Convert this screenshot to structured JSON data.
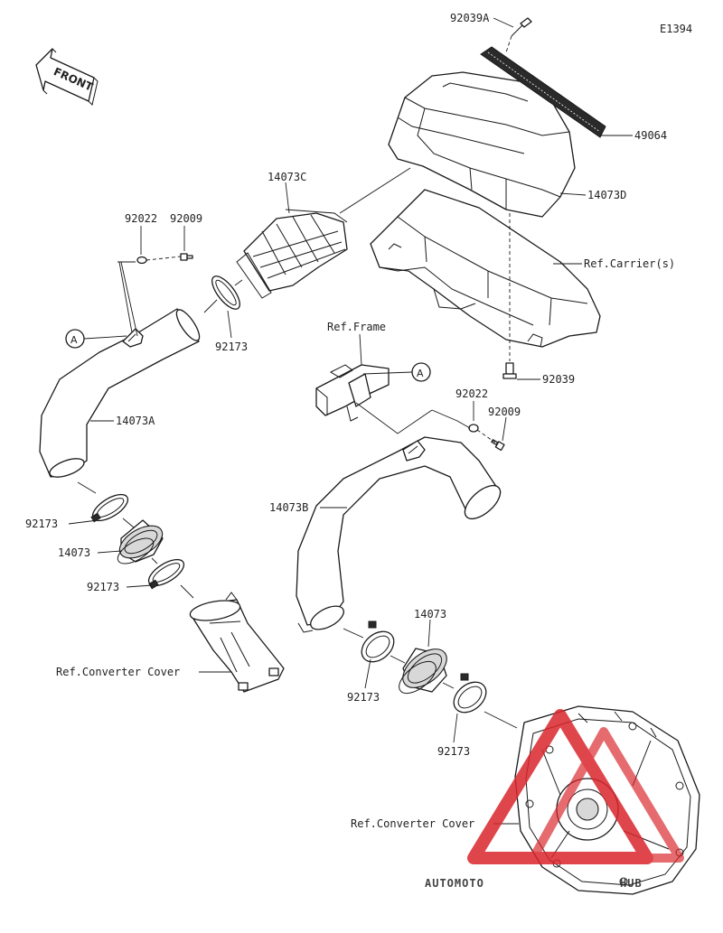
{
  "diagram_code": "E1394",
  "front_label": "FRONT",
  "callout_letter": "A",
  "labels": {
    "p92039A": "92039A",
    "p49064": "49064",
    "p14073D": "14073D",
    "ref_carrier": "Ref.Carrier(s)",
    "p92039": "92039",
    "p14073C": "14073C",
    "p92022_left": "92022",
    "p92009_left": "92009",
    "p92173_upper": "92173",
    "p14073A": "14073A",
    "ref_frame": "Ref.Frame",
    "p92022_right": "92022",
    "p92009_right": "92009",
    "p14073B": "14073B",
    "p92173_left1": "92173",
    "p14073_left": "14073",
    "p92173_left2": "92173",
    "ref_converter_cover_left": "Ref.Converter Cover",
    "p14073_right": "14073",
    "p92173_right1": "92173",
    "p92173_right2": "92173",
    "ref_converter_cover_right": "Ref.Converter Cover"
  },
  "watermark": {
    "part1": "AUTOMOTO",
    "part2": "HUB",
    "color_primary": "#f5a623",
    "color_secondary": "#6e6e6e",
    "triangle_color": "#d9262c"
  }
}
